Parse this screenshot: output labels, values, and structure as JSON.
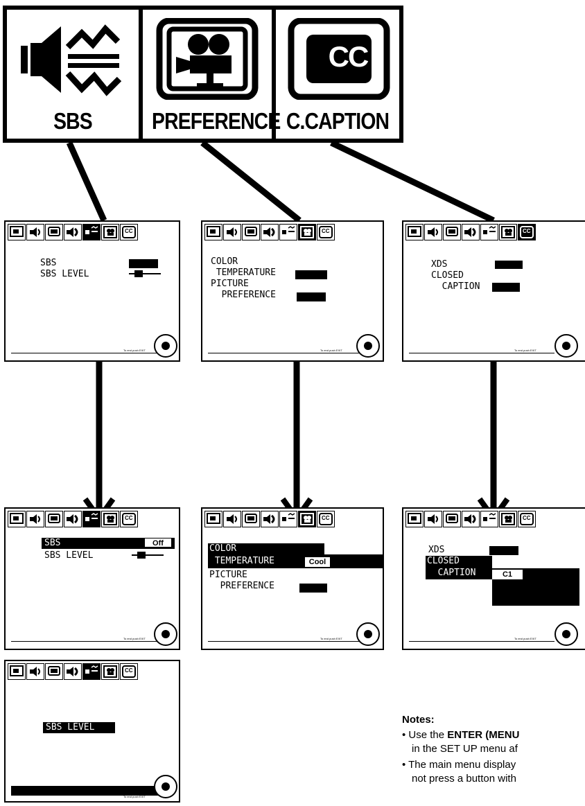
{
  "banner": {
    "sbs_label": "SBS",
    "preference_label": "PREFERENCE",
    "caption_label": "C.CAPTION",
    "caption_icon_text": "CC"
  },
  "screens": {
    "tab_sub": [
      "PCTR",
      "AUD",
      "SETUP",
      "PRESM",
      "SBS",
      "PREFER",
      "CAPTN"
    ],
    "caption_tab_text": "CC",
    "footer": "To end push EXIT",
    "sbs_top": {
      "line1": "SBS",
      "line2": "SBS LEVEL"
    },
    "pref_top": {
      "line1": "COLOR",
      "line2": " TEMPERATURE",
      "line3": "PICTURE",
      "line4": "  PREFERENCE"
    },
    "cap_top": {
      "line1": "XDS",
      "line2": "CLOSED",
      "line3": "  CAPTION"
    },
    "sbs_mid": {
      "line1": "SBS",
      "value1": "Off",
      "line2": "SBS LEVEL"
    },
    "pref_mid": {
      "line1": "COLOR",
      "line2": " TEMPERATURE",
      "value2": "Cool",
      "line3": "PICTURE",
      "line4": "  PREFERENCE"
    },
    "cap_mid": {
      "line1": "XDS",
      "line2": "CLOSED",
      "line3": "  CAPTION",
      "value3": "C1"
    },
    "sbs_bot": {
      "line1": "SBS LEVEL"
    }
  },
  "notes": {
    "title": "Notes:",
    "item1_a": "• Use the ",
    "item1_b": "ENTER (MENU",
    "item1_c": "in the SET UP menu af",
    "item2_a": "• The main menu display",
    "item2_b": "not press a button with"
  }
}
